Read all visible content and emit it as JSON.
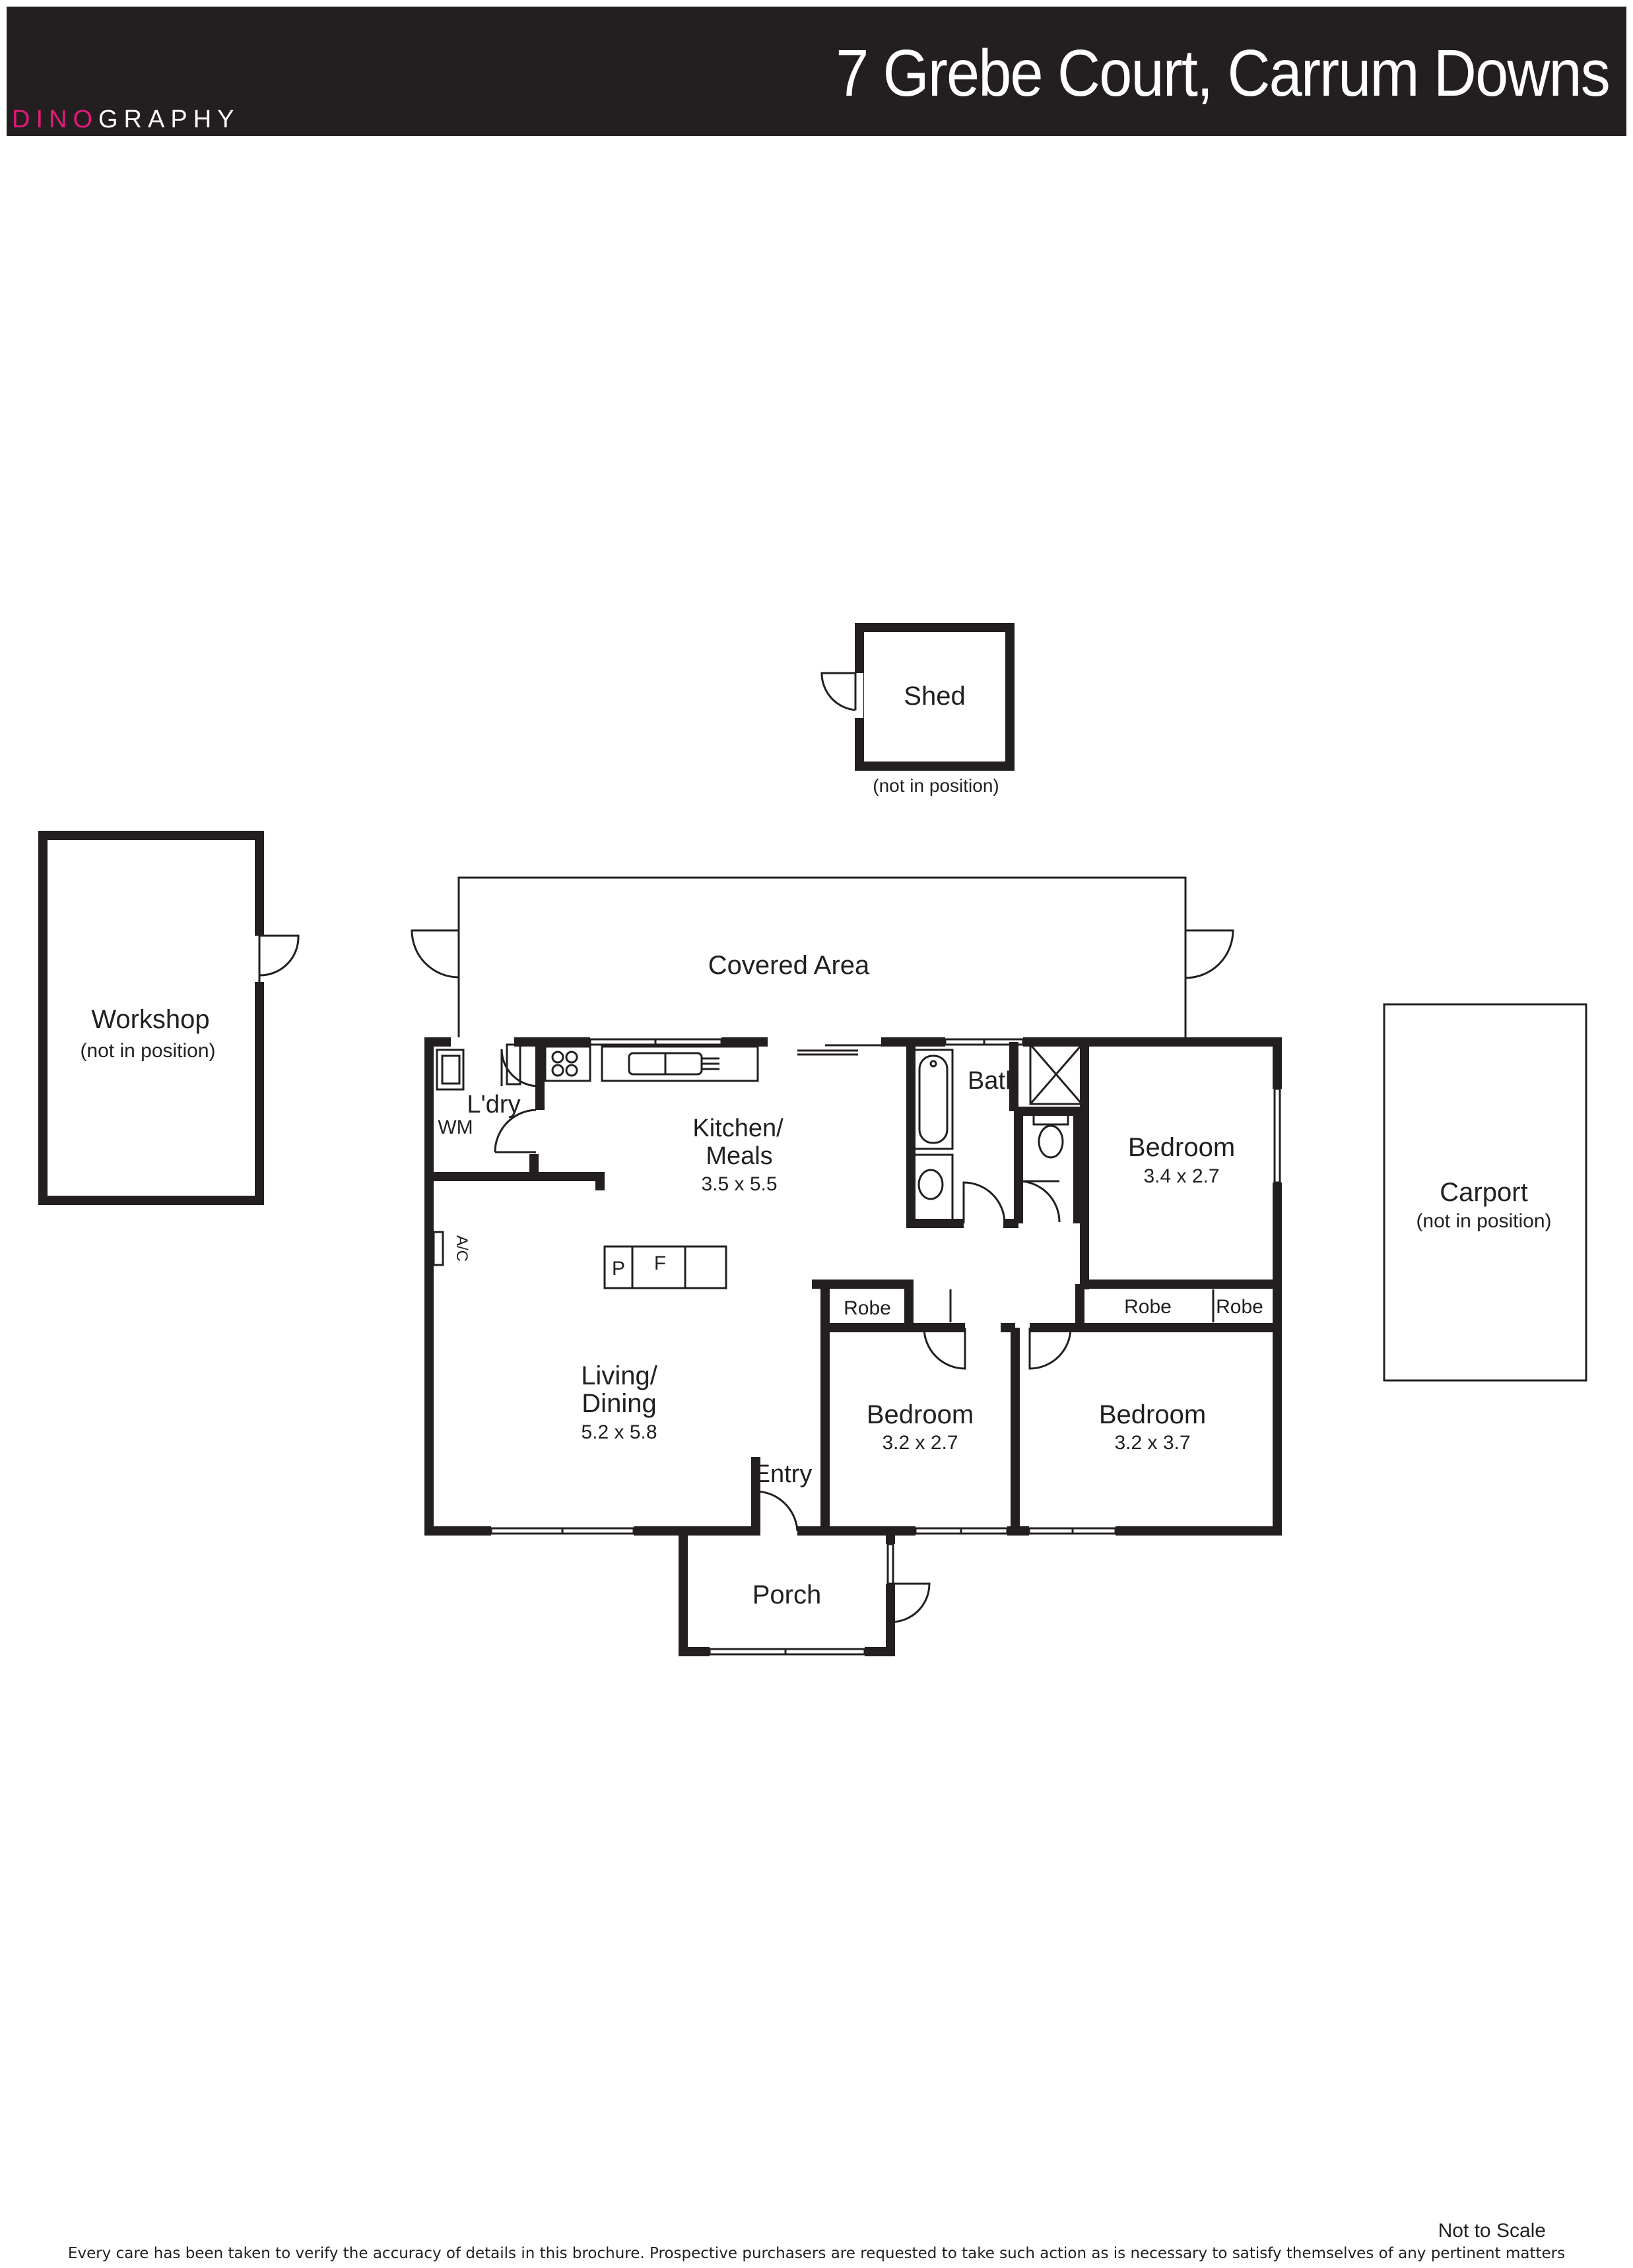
{
  "header": {
    "logo_pre": "DINO",
    "logo_post": "GRAPHY",
    "address": "7 Grebe Court, Carrum Downs",
    "logo_accent_color": "#e3197b",
    "background_color": "#231f20"
  },
  "rooms": {
    "shed": {
      "name": "Shed",
      "note": "(not in position)"
    },
    "workshop": {
      "name": "Workshop",
      "note": "(not in position)"
    },
    "covered_area": {
      "name": "Covered Area"
    },
    "carport": {
      "name": "Carport",
      "note": "(not in position)"
    },
    "laundry": {
      "name": "L'dry",
      "wm": "WM"
    },
    "kitchen": {
      "name_line1": "Kitchen/",
      "name_line2": "Meals",
      "size": "3.5 x 5.5"
    },
    "bath": {
      "name": "Bath"
    },
    "bedroom_1": {
      "name": "Bedroom",
      "size": "3.4 x 2.7"
    },
    "bedroom_2": {
      "name": "Bedroom",
      "size": "3.2 x 2.7"
    },
    "bedroom_3": {
      "name": "Bedroom",
      "size": "3.2 x 3.7"
    },
    "robe_1": {
      "name": "Robe"
    },
    "robe_2": {
      "name": "Robe"
    },
    "robe_3": {
      "name": "Robe"
    },
    "living": {
      "name_line1": "Living/",
      "name_line2": "Dining",
      "size": "5.2 x 5.8"
    },
    "entry": {
      "name": "Entry"
    },
    "porch": {
      "name": "Porch"
    },
    "ac": {
      "name": "A/C"
    },
    "pantry": {
      "name": "P"
    },
    "fridge": {
      "name": "F"
    }
  },
  "footer": {
    "scale_note": "Not to Scale",
    "disclaimer": "Every care has been taken to verify the accuracy of details in this brochure. Prospective purchasers are requested to take such action as is necessary to satisfy themselves of any pertinent matters"
  }
}
